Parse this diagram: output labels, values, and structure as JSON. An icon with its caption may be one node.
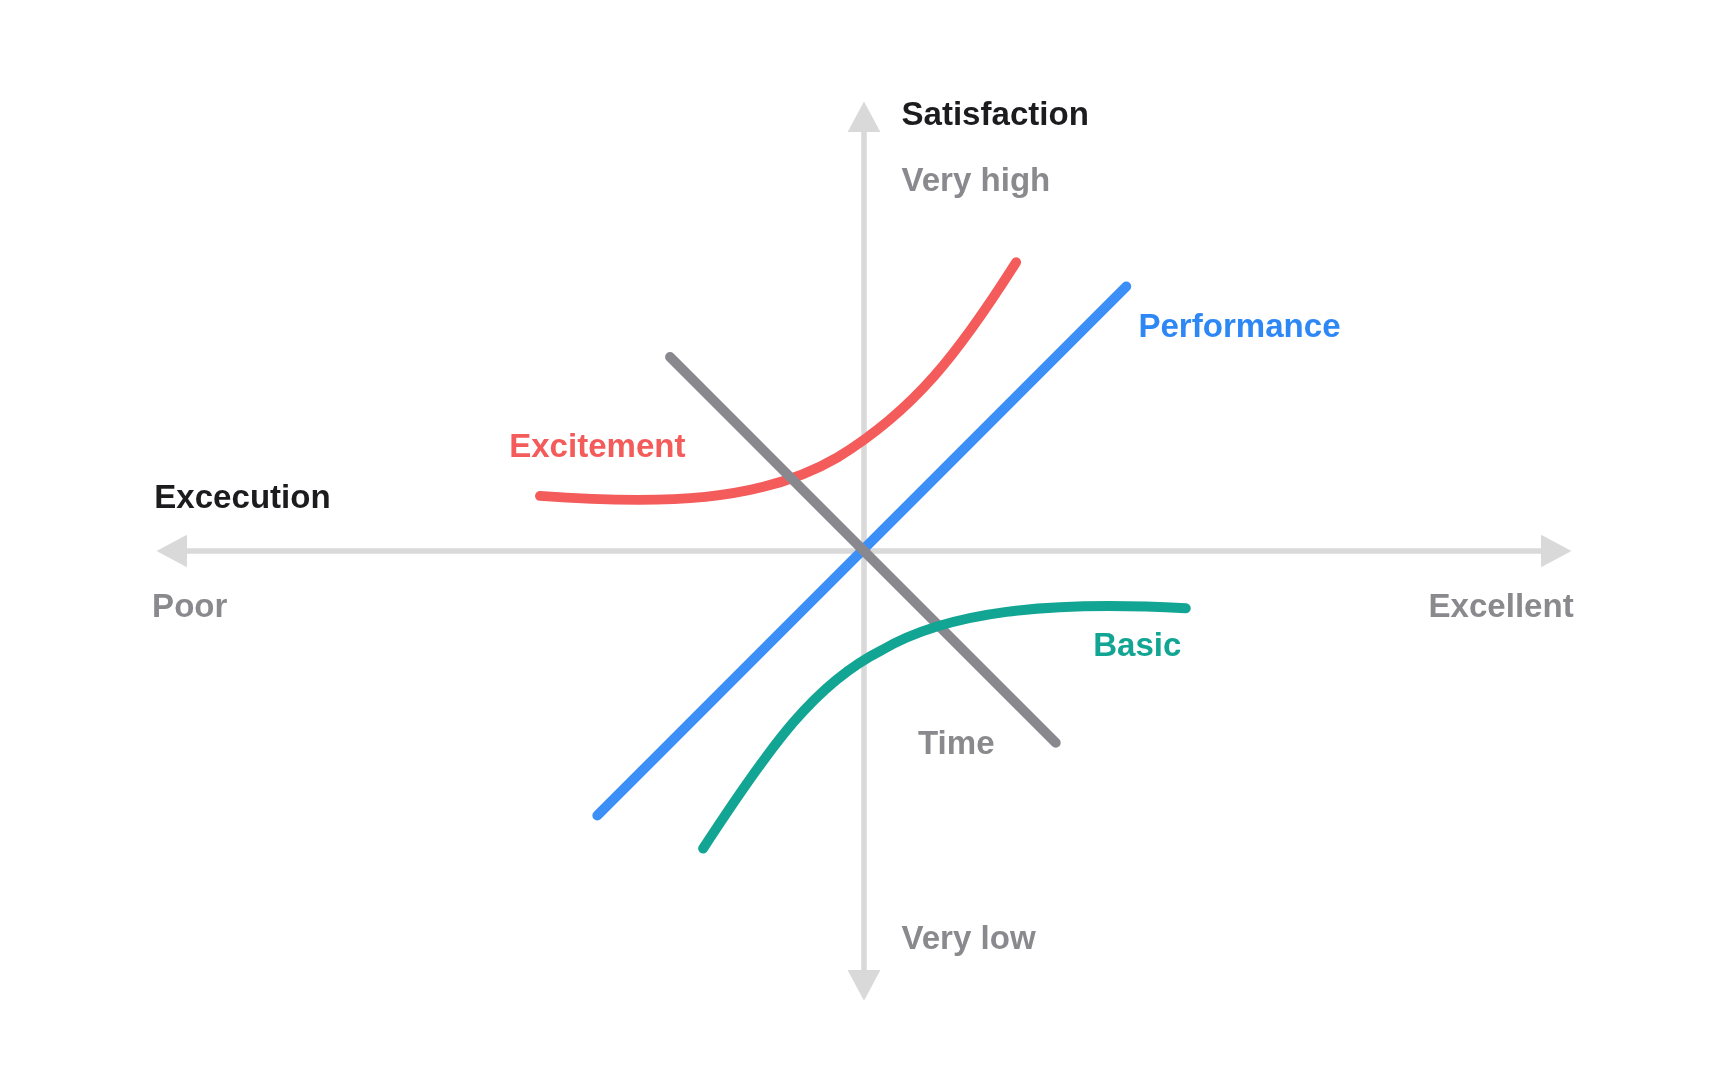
{
  "diagram": {
    "labels": [
      "Satisfaction",
      "Very high",
      "Performance",
      "Excitement",
      "Excecution",
      "Poor",
      "Excellent",
      "Basic",
      "Time",
      "Very low"
    ]
  }
}
